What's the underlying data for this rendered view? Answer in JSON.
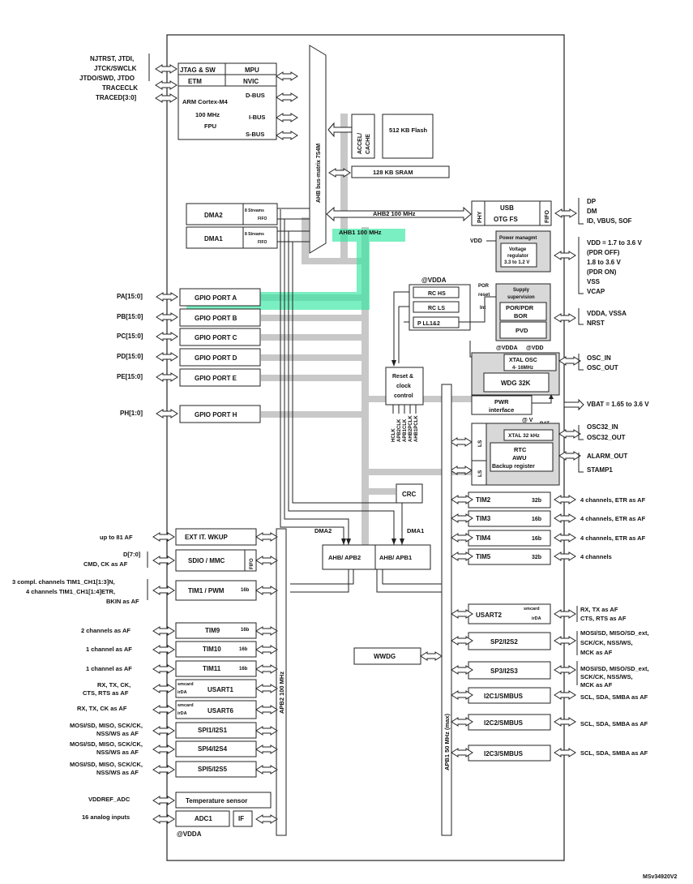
{
  "core": {
    "jtag": "JTAG & SW",
    "mpu": "MPU",
    "etm": "ETM",
    "nvic": "NVIC",
    "cpu": "ARM Cortex-M4",
    "freq": "100 MHz",
    "fpu": "FPU",
    "dbus": "D-BUS",
    "ibus": "I-BUS",
    "sbus": "S-BUS"
  },
  "matrix": {
    "label": "AHB bus-matrix 7S4M",
    "accel": "ACCEL/",
    "cache": "CACHE",
    "flash": "512 KB Flash",
    "sram": "128 KB SRAM",
    "ahb2": "AHB2 100 MHz",
    "ahb1": "AHB1 100 MHz"
  },
  "dma": {
    "dma2": "DMA2",
    "dma1": "DMA1",
    "streams": "8 Streams",
    "fifo": "FIFO",
    "dma2_bus": "DMA2",
    "dma1_bus": "DMA1"
  },
  "usb": {
    "phy": "PHY",
    "fifo": "FIFO",
    "usb": "USB",
    "otg": "OTG FS"
  },
  "gpio": [
    {
      "port": "GPIO PORT A",
      "pin": "PA[15:0]"
    },
    {
      "port": "GPIO PORT B",
      "pin": "PB[15:0]"
    },
    {
      "port": "GPIO PORT C",
      "pin": "PC[15:0]"
    },
    {
      "port": "GPIO PORT D",
      "pin": "PD[15:0]"
    },
    {
      "port": "GPIO PORT E",
      "pin": "PE[15:0]"
    },
    {
      "port": "GPIO PORT H",
      "pin": "PH[1:0]"
    }
  ],
  "power": {
    "vdd_pin": "VDD",
    "managmt": "Power managmt",
    "voltage": "Voltage",
    "regulator": "regulator",
    "reg_range": "3.3 to 1.2 V",
    "vdd_range1": "VDD = 1.7 to 3.6 V",
    "pdr_off": "(PDR OFF)",
    "vdd_range2": "1.8 to 3.6 V",
    "pdr_on": "(PDR ON)",
    "vss": "VSS",
    "vcap": "VCAP",
    "at_vdda": "@VDDA",
    "at_vdd": "@VDD",
    "rc_hs": "RC  HS",
    "rc_ls": "RC  LS",
    "pll": "P LL1&2",
    "por_label": "POR",
    "reset_label": "reset",
    "int_label": "Int",
    "supply": "Supply",
    "supervision": "supervision",
    "por_pdr": "POR/PDR",
    "bor": "BOR",
    "pvd": "PVD",
    "vdda_vssa": "VDDA, VSSA",
    "nrst": "NRST",
    "at_vdda2": "@VDDA",
    "at_vdd2": "@VDD",
    "xtal_osc": "XTAL OSC",
    "xtal_range": "4- 16MHz",
    "osc_in": "OSC_IN",
    "osc_out": "OSC_OUT",
    "wdg": "WDG 32K",
    "reset_clock1": "Reset &",
    "reset_clock2": "clock",
    "reset_clock3": "control",
    "clocks": [
      "HCLK",
      "APB2CLK",
      "APB1CLK",
      "AHB2PCLK",
      "AHB1PCLK"
    ],
    "pwr": "PWR",
    "pwr_if": "interface",
    "vbat": "VBAT = 1.65 to 3.6 V",
    "at_vbat": "@ V",
    "bat": "BAT",
    "xtal32": "XTAL 32 kHz",
    "osc32_in": "OSC32_IN",
    "osc32_out": "OSC32_OUT",
    "ls": "LS",
    "rtc": "RTC",
    "awu": "AWU",
    "backup": "Backup register",
    "alarm_out": "ALARM_OUT",
    "stamp1": "STAMP1"
  },
  "misc": {
    "crc": "CRC",
    "ahb_apb2": "AHB/ APB2",
    "ahb_apb1": "AHB/ APB1",
    "wwdg": "WWDG",
    "apb2_bus": "APB2 100 MHz",
    "apb1_bus": "APB1 50 MHz (max)",
    "version": "MSv34920V2"
  },
  "left_pins": {
    "jtag1": "NJTRST, JTDI,",
    "jtag2": "JTCK/SWCLK",
    "jtag3": "JTDO/SWD, JTDO",
    "trace1": "TRACECLK",
    "trace2": "TRACED[3:0]",
    "exti_af": "up to 81 AF",
    "sdio1": "D[7:0]",
    "sdio2": "CMD, CK as AF",
    "tim1_a": "3 compl. channels TIM1_CH1[1:3]N,",
    "tim1_b": "4 channels TIM1_CH1[1:4]ETR,",
    "tim1_c": "BKIN as AF",
    "tim9_af": "2 channels as AF",
    "tim10_af": "1 channel as AF",
    "tim11_af": "1 channel as AF",
    "usart1_a": "RX, TX, CK,",
    "usart1_b": "CTS, RTS as AF",
    "usart6_a": "RX, TX, CK as AF",
    "spi1_a": "MOSI/SD, MISO, SCK/CK,",
    "spi1_b": "NSS/WS as AF",
    "spi4_a": "MOSI/SD, MISO, SCK/CK,",
    "spi4_b": "NSS/WS as AF",
    "spi5_a": "MOSI/SD, MISO, SCK/CK,",
    "spi5_b": "NSS/WS as AF",
    "vddref": "VDDREF_ADC",
    "analog": "16 analog inputs"
  },
  "apb2_periph": {
    "exti": "EXT IT. WKUP",
    "sdio": "SDIO / MMC",
    "sdio_fifo": "FIFO",
    "tim1": "TIM1 / PWM",
    "tim1_bits": "16b",
    "tim9": "TIM9",
    "tim9_bits": "16b",
    "tim10": "TIM10",
    "tim10_bits": "16b",
    "tim11": "TIM11",
    "tim11_bits": "16b",
    "smcard": "smcard",
    "irda": "irDA",
    "usart1": "USART1",
    "usart6": "USART6",
    "spi1": "SPI1/I2S1",
    "spi4": "SPI4/I2S4",
    "spi5": "SPI5/I2S5",
    "temp": "Temperature sensor",
    "adc1": "ADC1",
    "if": "IF",
    "at_vdda": "@VDDA"
  },
  "apb1_periph": {
    "tim2": "TIM2",
    "tim2_bits": "32b",
    "tim3": "TIM3",
    "tim3_bits": "16b",
    "tim4": "TIM4",
    "tim4_bits": "16b",
    "tim5": "TIM5",
    "tim5_bits": "32b",
    "usart2": "USART2",
    "smcard": "smcard",
    "irda": "irDA",
    "sp2": "SP2/I2S2",
    "sp3": "SP3/I2S3",
    "i2c1": "I2C1/SMBUS",
    "i2c2": "I2C2/SMBUS",
    "i2c3": "I2C3/SMBUS"
  },
  "right_pins": {
    "usb_dp": "DP",
    "usb_dm": "DM",
    "usb_id": "ID, VBUS, SOF",
    "tim2_af": "4 channels, ETR as AF",
    "tim3_af": "4 channels, ETR as AF",
    "tim4_af": "4 channels, ETR as AF",
    "tim5_af": "4 channels",
    "usart2_a": "RX, TX as AF",
    "usart2_b": "CTS, RTS as AF",
    "sp2_a": "MOSI/SD, MISO/SD_ext,",
    "sp2_b": "SCK/CK, NSS/WS,",
    "sp2_c": "MCK as AF",
    "sp3_a": "MOSI/SD, MISO/SD_ext,",
    "sp3_b": "SCK/CK, NSS/WS,",
    "sp3_c": "MCK as AF",
    "i2c1_af": "SCL, SDA, SMBA as AF",
    "i2c2_af": "SCL, SDA, SMBA as AF",
    "i2c3_af": "SCL, SDA, SMBA as AF"
  }
}
